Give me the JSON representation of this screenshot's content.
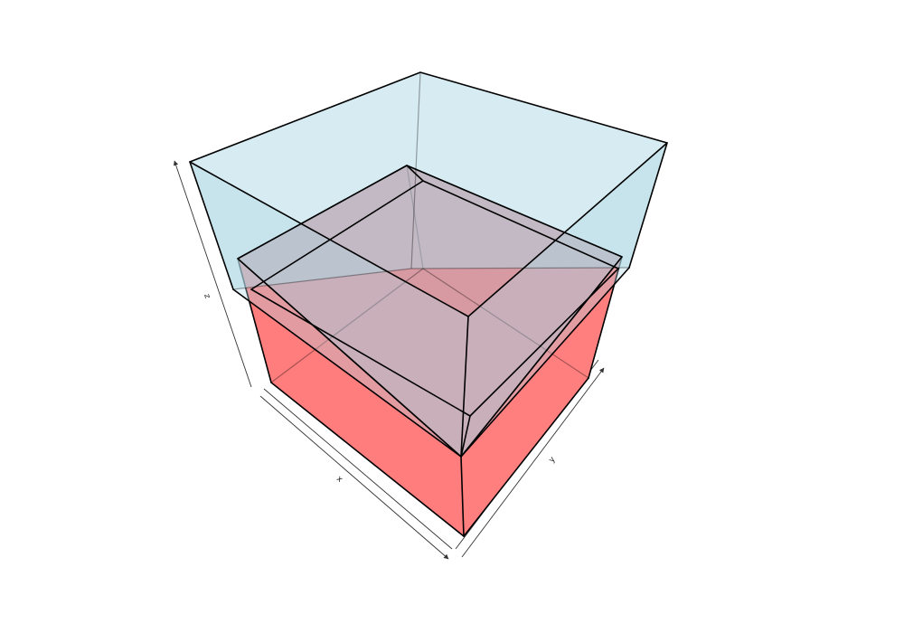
{
  "axes": {
    "x_label": "x",
    "y_label": "y",
    "z_label": "z"
  },
  "boxes": [
    {
      "name": "red-box",
      "fill": "#ff8080",
      "edge": "#000000"
    },
    {
      "name": "lightblue-box",
      "fill": "#add8e6",
      "fill_opacity": 0.5,
      "edge": "#000000"
    }
  ]
}
